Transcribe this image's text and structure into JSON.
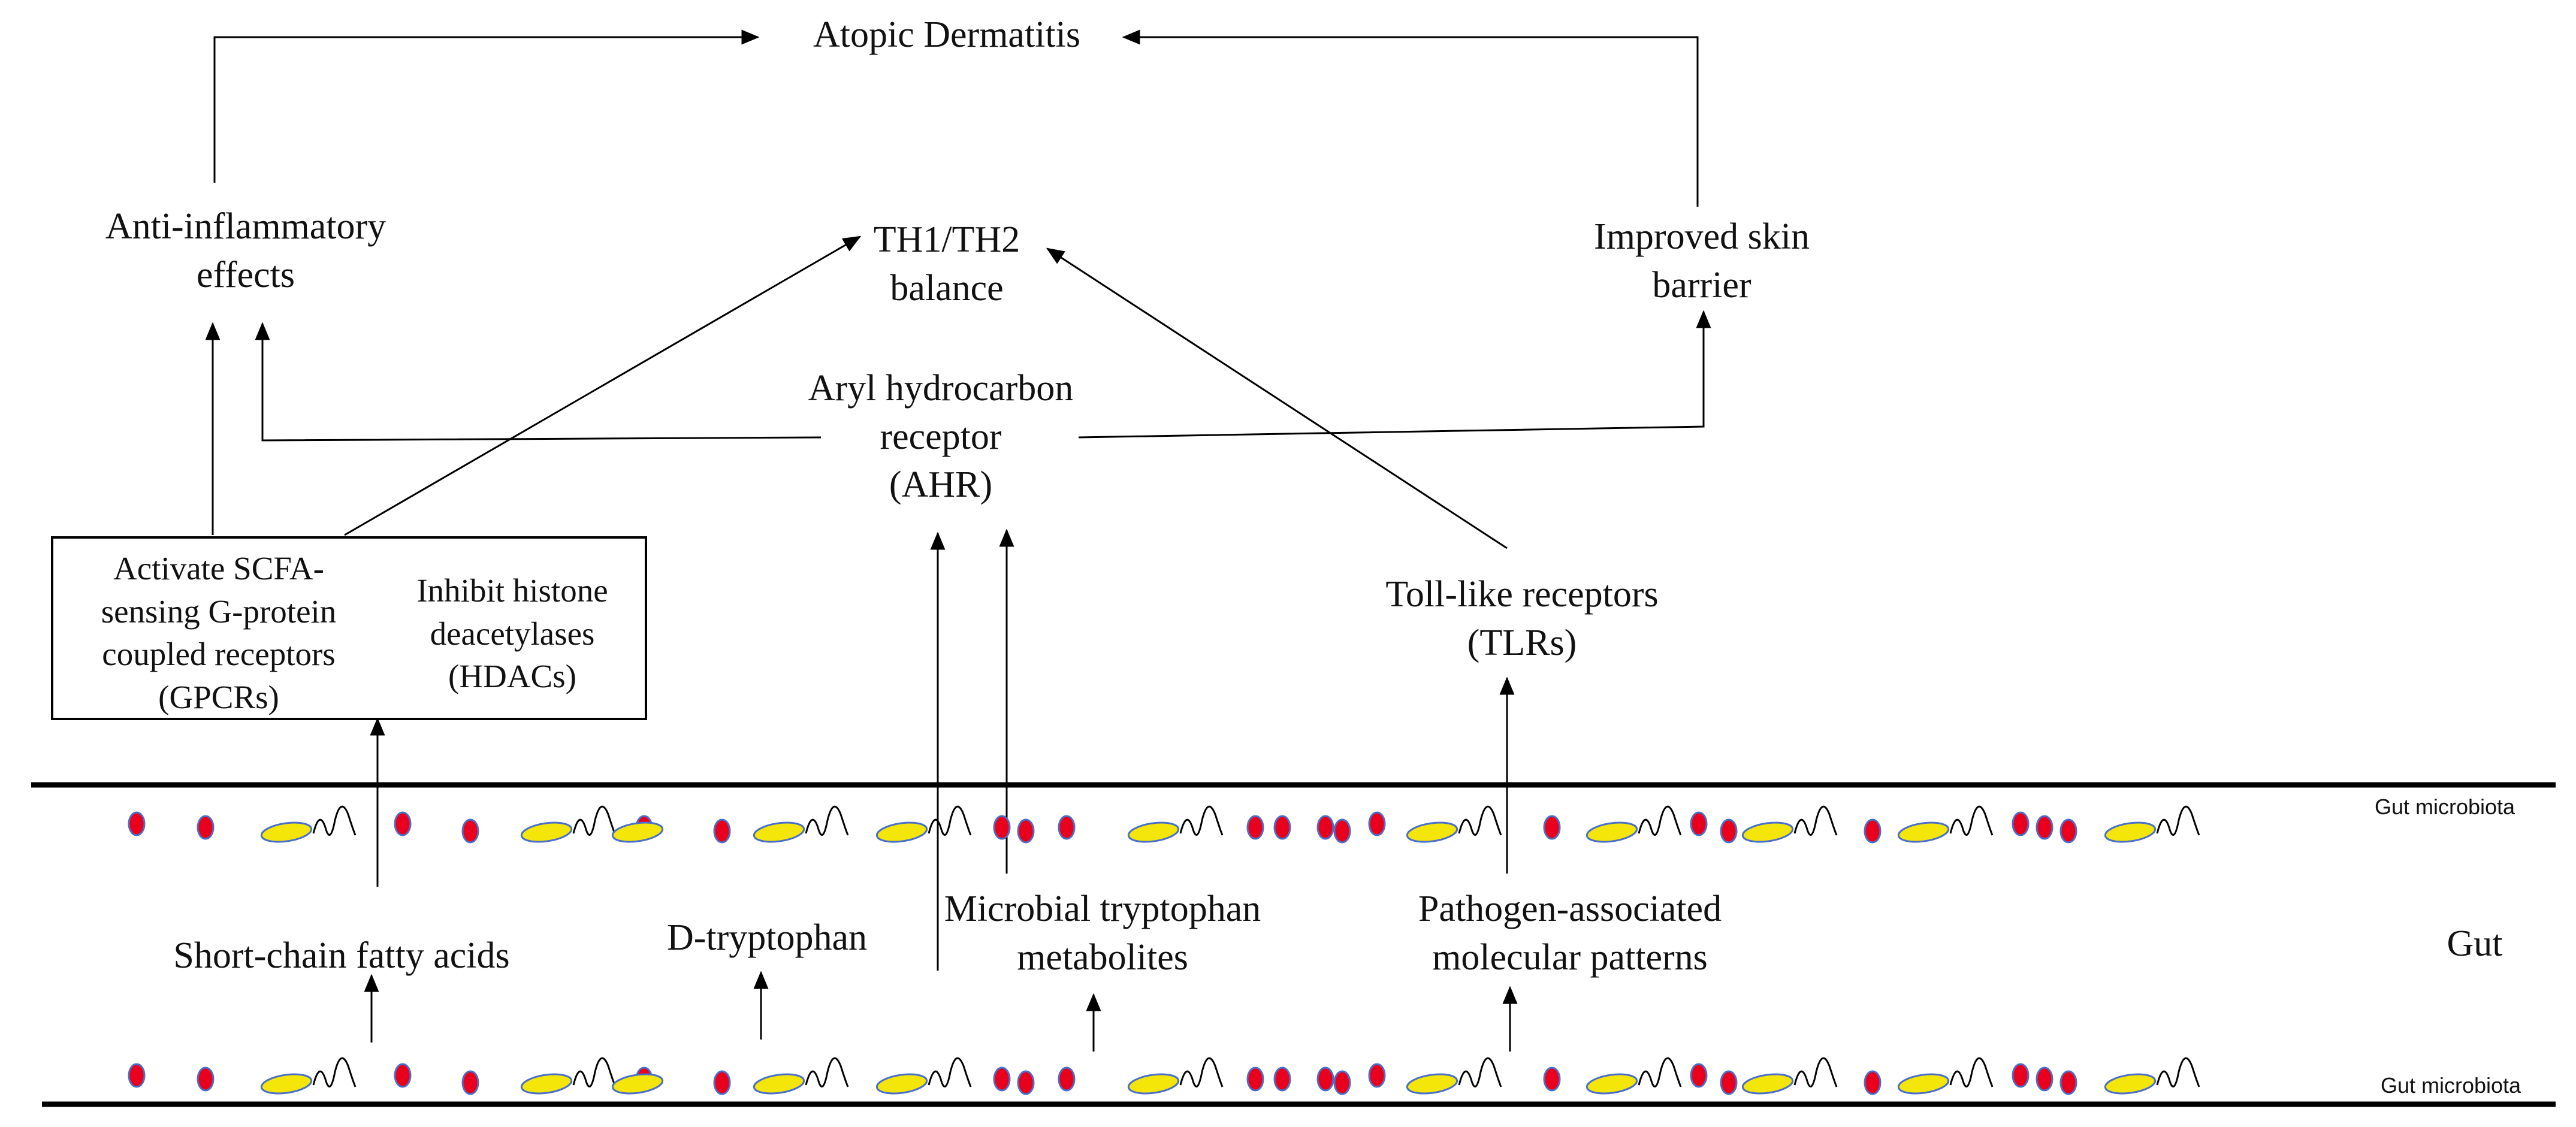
{
  "title": "Atopic Dermatitis",
  "nodes": {
    "anti_inflammatory": "Anti-inflammatory\neffects",
    "th_balance": "TH1/TH2\nbalance",
    "skin_barrier": "Improved skin\nbarrier",
    "ahr": "Aryl hydrocarbon\nreceptor\n(AHR)",
    "tlr": "Toll-like receptors\n(TLRs)",
    "gpcr": "Activate SCFA-\nsensing G-protein\ncoupled receptors\n(GPCRs)",
    "hdac": "Inhibit histone\ndeacetylases\n(HDACs)",
    "scfa": "Short-chain fatty acids",
    "d_trp": "D-tryptophan",
    "microbial_trp": "Microbial tryptophan\nmetabolites",
    "pamp": "Pathogen-associated\nmolecular patterns"
  },
  "gut": {
    "label": "Gut",
    "microbiota_top": "Gut microbiota",
    "microbiota_bottom": "Gut microbiota"
  },
  "colors": {
    "cocci_fill": "#e8001c",
    "cocci_stroke": "#4a6fc8",
    "bacilli_fill": "#f5e60a",
    "bacilli_stroke": "#4a6fc8",
    "line": "#000000"
  }
}
